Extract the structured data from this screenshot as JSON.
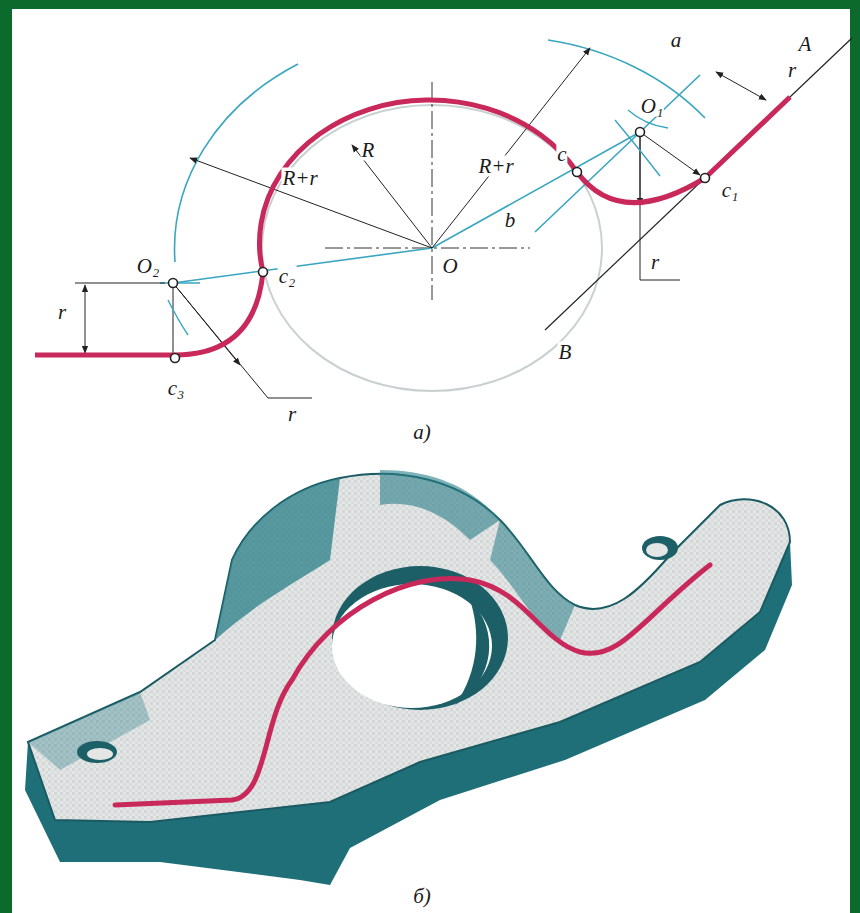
{
  "diagram": {
    "labels": [
      "A",
      "a",
      "r",
      "O₁",
      "c",
      "c₁",
      "R",
      "R+r",
      "R+r",
      "O",
      "b",
      "r",
      "B",
      "O₂",
      "r",
      "c₂",
      "c₃",
      "r",
      "а)",
      "б)"
    ]
  }
}
